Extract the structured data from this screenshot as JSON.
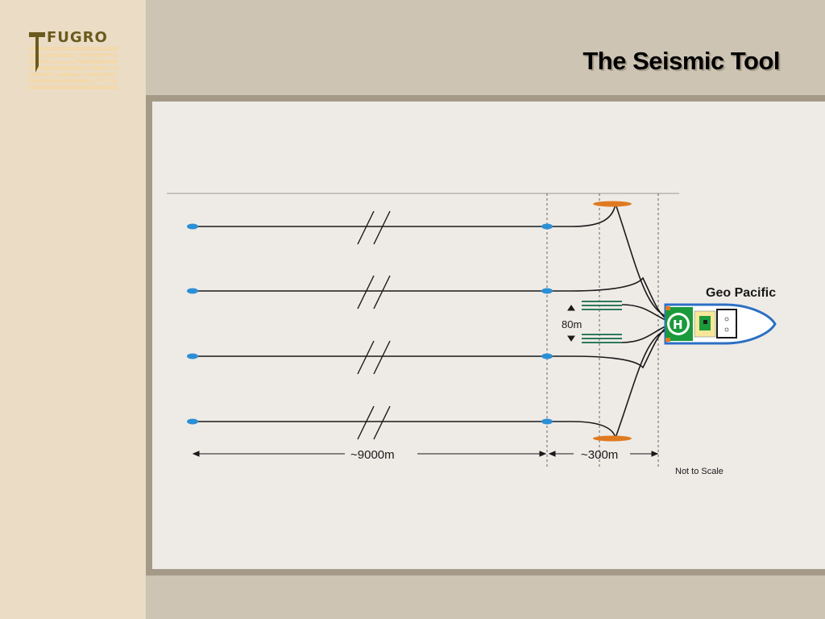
{
  "slide": {
    "title": "The Seismic Tool"
  },
  "logo": {
    "text": "FUGRO",
    "icon": "fugro-logo-icon"
  },
  "diagram": {
    "vessel_name": "Geo Pacific",
    "spacing_label": "80m",
    "streamer_length_label": "~9000m",
    "offset_label": "~300m",
    "scale_note": "Not to Scale",
    "streamer_count": 4,
    "colors": {
      "streamer": "#1a1a1a",
      "buoy": "#2c8fd6",
      "paravane": "#e07a20",
      "airgun": "#2e7a5e",
      "vessel_hull": "#2c6fc4",
      "vessel_deck": "#1a9a3a"
    }
  }
}
